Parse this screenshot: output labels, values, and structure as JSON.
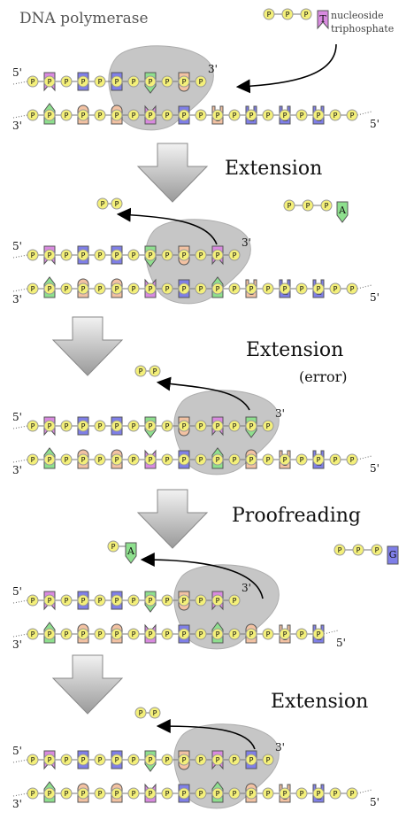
{
  "title": "DNA polymerase",
  "nucleotide_label": "nucleoside triphosphate",
  "nucleotide_label_lines": [
    "nucleoside",
    "triphosphate"
  ],
  "phosphate_label": "P",
  "primes": {
    "five": "5'",
    "three": "3'"
  },
  "steps": [
    {
      "label": "Extension",
      "note": ""
    },
    {
      "label": "Extension",
      "note": "(error)"
    },
    {
      "label": "Proofreading",
      "note": ""
    },
    {
      "label": "Extension",
      "note": ""
    }
  ],
  "panels": [
    {
      "top": [
        "T",
        "G",
        "G",
        "A",
        "C"
      ],
      "bottom": [
        "A",
        "C",
        "C",
        "T",
        "G"
      ],
      "incoming": "T",
      "freeBottom": [
        "A",
        "C",
        "G",
        "G"
      ]
    },
    {
      "top": [
        "T",
        "G",
        "G",
        "A",
        "C",
        "T"
      ],
      "bottom": [
        "A",
        "C",
        "C",
        "T",
        "G",
        "A"
      ],
      "released": "PP",
      "incoming": "A"
    },
    {
      "top": [
        "T",
        "G",
        "G",
        "A",
        "C",
        "T",
        "A"
      ],
      "bottom": [
        "A",
        "C",
        "C",
        "T",
        "G",
        "A",
        "C"
      ],
      "released": "PP"
    },
    {
      "top": [
        "T",
        "G",
        "G",
        "A",
        "C",
        "T"
      ],
      "bottom": [
        "A",
        "C",
        "C",
        "T",
        "G",
        "A",
        "C"
      ],
      "excised": "A",
      "incoming": "G"
    },
    {
      "top": [
        "T",
        "G",
        "G",
        "A",
        "C",
        "T",
        "G"
      ],
      "bottom": [
        "A",
        "C",
        "C",
        "T",
        "G",
        "A",
        "C"
      ],
      "released": "PP"
    }
  ],
  "colors": {
    "A": "#8ee08e",
    "T": "#d98ae0",
    "G": "#7f7fe8",
    "C": "#f3c2a3",
    "phosphate": "#f4f07a",
    "enzyme": "#c4c4c4"
  }
}
